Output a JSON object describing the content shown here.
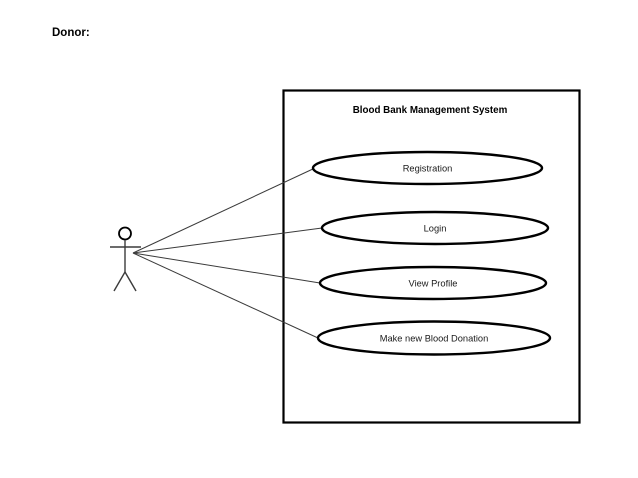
{
  "diagram": {
    "type": "uml-use-case-diagram",
    "actor_label": "Donor:",
    "actor": {
      "name": "Donor",
      "icon": "stick-figure-actor"
    },
    "system": {
      "title": "Blood Bank Management System",
      "use_cases": [
        {
          "id": "registration",
          "label": "Registration"
        },
        {
          "id": "login",
          "label": "Login"
        },
        {
          "id": "view-profile",
          "label": "View Profile"
        },
        {
          "id": "make-new-blood-donation",
          "label": "Make new Blood Donation"
        }
      ]
    },
    "associations": [
      {
        "from": "Donor",
        "to": "Registration"
      },
      {
        "from": "Donor",
        "to": "Login"
      },
      {
        "from": "Donor",
        "to": "View Profile"
      },
      {
        "from": "Donor",
        "to": "Make new Blood Donation"
      }
    ],
    "colors": {
      "background": "#ffffff",
      "shape_stroke": "#000000",
      "line_stroke": "#3b3b3b",
      "text": "#000000"
    }
  }
}
